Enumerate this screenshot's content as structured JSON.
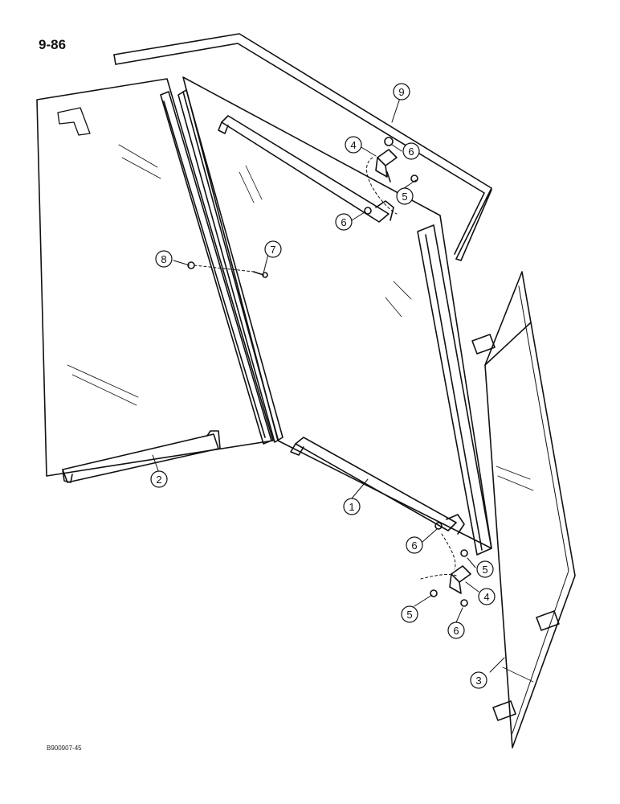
{
  "page_number": "9-86",
  "drawing_code": "B900907-45",
  "callouts": [
    "1",
    "2",
    "3",
    "4",
    "4",
    "5",
    "5",
    "5",
    "6",
    "6",
    "6",
    "6",
    "7",
    "8",
    "9"
  ]
}
